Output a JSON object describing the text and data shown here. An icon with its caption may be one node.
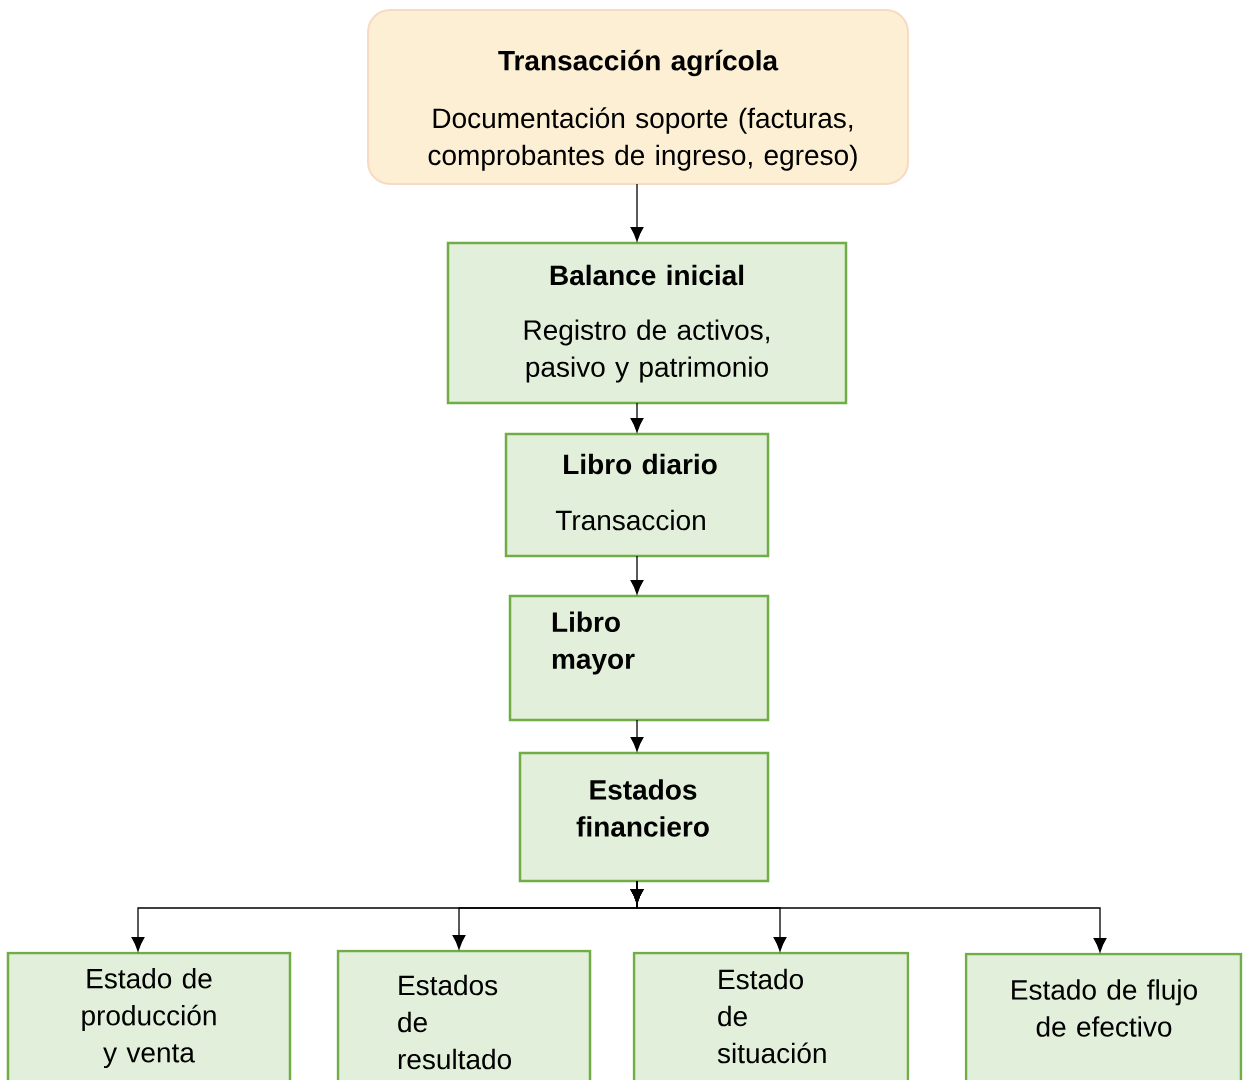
{
  "diagram": {
    "nodes": [
      {
        "text": [
          "Transacción agrícola",
          "Documentación soporte (facturas, comprobantes de ingreso, egreso)"
        ]
      },
      {
        "text": [
          "Balance inicial",
          "Registro de activos, pasivo y patrimonio"
        ]
      },
      {
        "text": [
          "Libro diario",
          "Transaccion"
        ]
      },
      {
        "text": [
          "Libro mayor"
        ]
      },
      {
        "text": [
          "Estados financiero"
        ]
      },
      {
        "text": [
          "Estado de producción y venta"
        ]
      },
      {
        "text": [
          "Estados de resultado"
        ]
      },
      {
        "text": [
          "Estado de situación"
        ]
      },
      {
        "text": [
          "Estado de flujo de efectivo"
        ]
      }
    ],
    "edges": [
      {
        "from": 0,
        "to": 1,
        "arrow": "to"
      },
      {
        "from": 1,
        "to": 2,
        "arrow": "to"
      },
      {
        "from": 2,
        "to": 3,
        "arrow": "to"
      },
      {
        "from": 3,
        "to": 4,
        "arrow": "to"
      },
      {
        "from": 4,
        "to": 5,
        "arrow": "to"
      },
      {
        "from": 4,
        "to": 6,
        "arrow": "to"
      },
      {
        "from": 4,
        "to": 7,
        "arrow": "to"
      },
      {
        "from": 4,
        "to": 8,
        "arrow": "to"
      }
    ]
  }
}
